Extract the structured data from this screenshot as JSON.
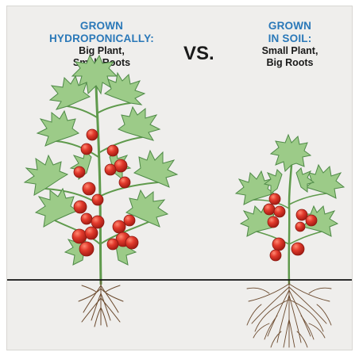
{
  "left": {
    "heading_line1": "GROWN",
    "heading_line2": "HYDROPONICALLY:",
    "sub_line1": "Big Plant,",
    "sub_line2": "Small Roots"
  },
  "vs_label": "VS.",
  "right": {
    "heading_line1": "GROWN",
    "heading_line2": "IN SOIL:",
    "sub_line1": "Small Plant,",
    "sub_line2": "Big Roots"
  },
  "colors": {
    "heading": "#2a78b8",
    "leaf": "#8fc07f",
    "leaf_dark": "#4f8a47",
    "tomato": "#d93025",
    "root": "#6b4a2e",
    "ground_line": "#111111",
    "background": "#efeeec"
  }
}
